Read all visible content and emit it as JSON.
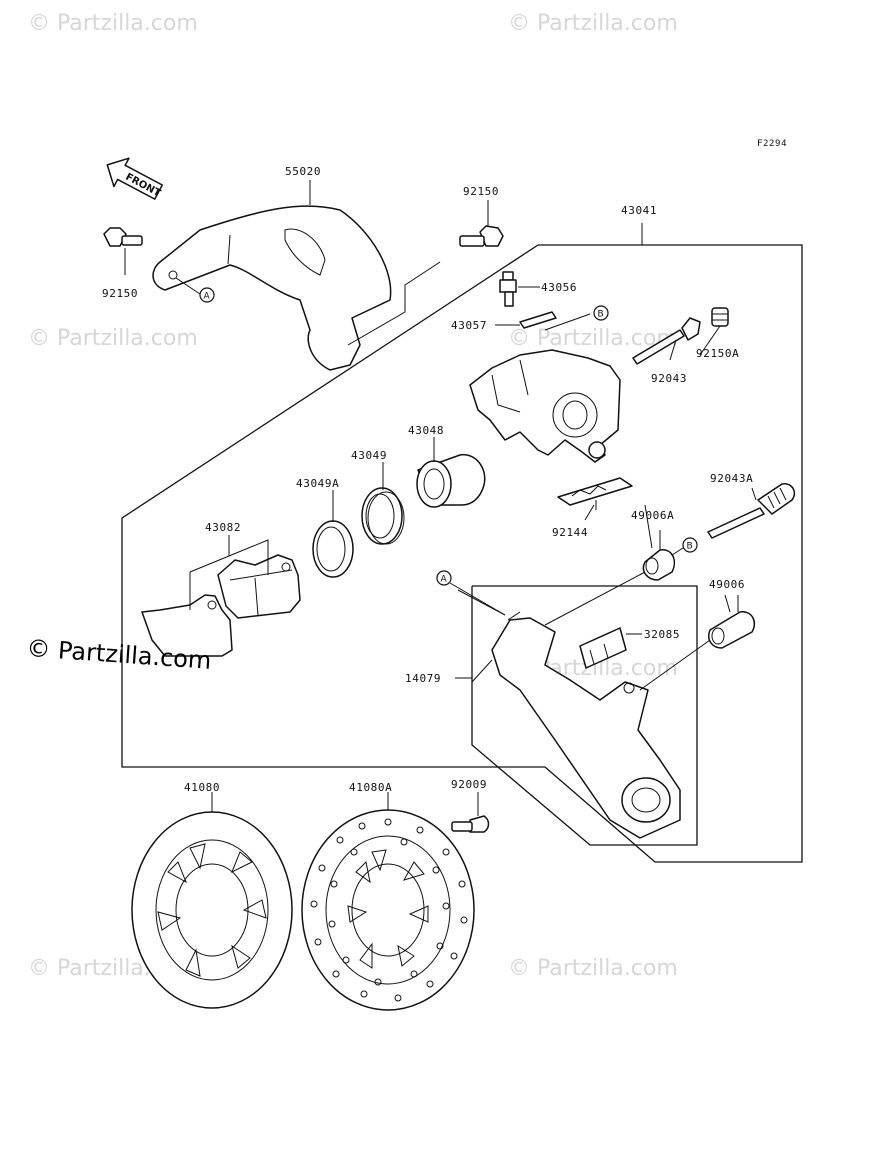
{
  "figure_code": "F2294",
  "front_arrow_label": "FRONT",
  "watermarks": {
    "faint": "© Partzilla.com",
    "main": "© Partzilla.com"
  },
  "callouts": {
    "a": "A",
    "b": "B"
  },
  "parts": {
    "p55020": "55020",
    "p92150_top": "92150",
    "p92150_left": "92150",
    "p43041": "43041",
    "p43056": "43056",
    "p43057": "43057",
    "p92150A": "92150A",
    "p92043": "92043",
    "p43048": "43048",
    "p43049": "43049",
    "p43049A": "43049A",
    "p43082": "43082",
    "p92043A": "92043A",
    "p92144": "92144",
    "p49006A": "49006A",
    "p49006": "49006",
    "p32085": "32085",
    "p14079": "14079",
    "p41080": "41080",
    "p41080A": "41080A",
    "p92009": "92009"
  }
}
